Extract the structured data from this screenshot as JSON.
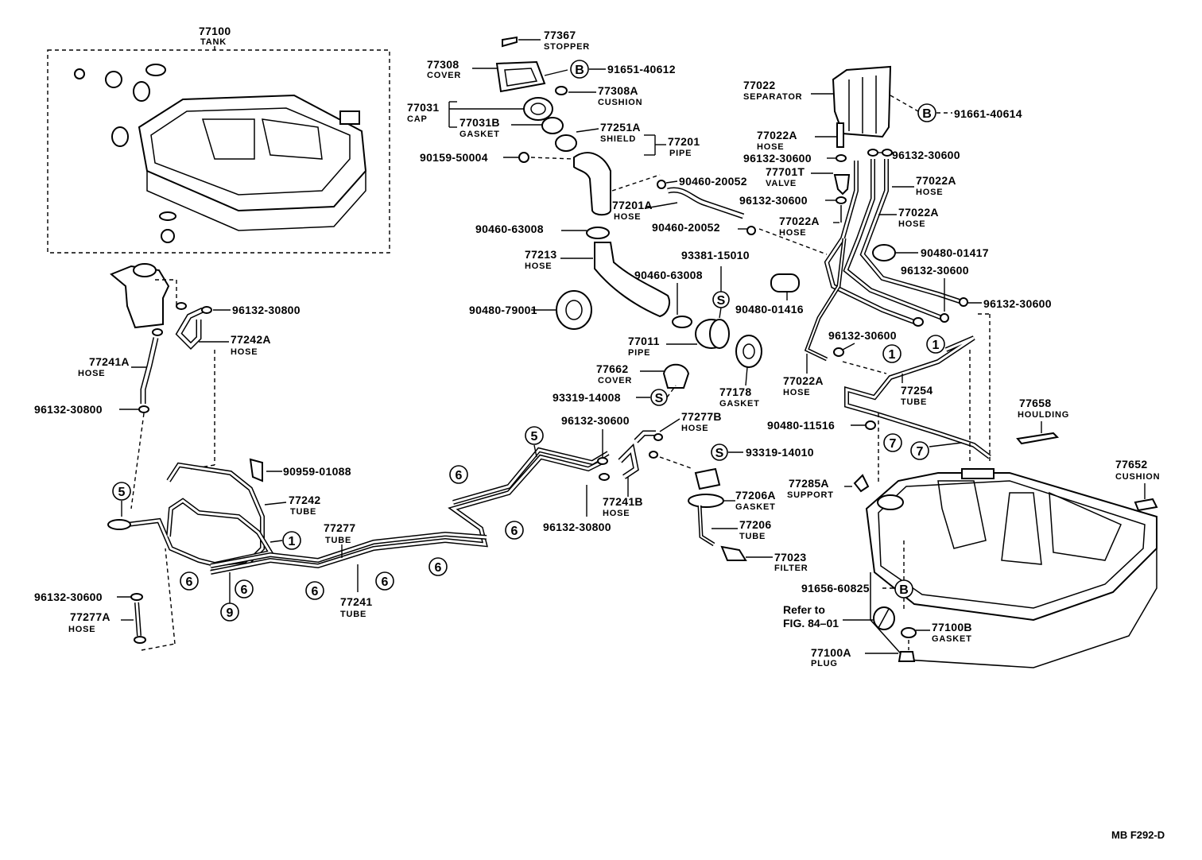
{
  "drawing_code": "MB F292-D",
  "parts": {
    "tank_77100": {
      "number": "77100",
      "name": "TANK"
    },
    "stopper_77367": {
      "number": "77367",
      "name": "STOPPER"
    },
    "cover_77308": {
      "number": "77308",
      "name": "COVER"
    },
    "bolt_91651": {
      "number": "91651-40612"
    },
    "cushion_77308a": {
      "number": "77308A",
      "name": "CUSHION"
    },
    "cap_77031": {
      "number": "77031",
      "name": "CAP"
    },
    "gasket_77031b": {
      "number": "77031B",
      "name": "GASKET"
    },
    "shield_77251a": {
      "number": "77251A",
      "name": "SHIELD"
    },
    "pipe_77201": {
      "number": "77201",
      "name": "PIPE"
    },
    "screw_90159": {
      "number": "90159-50004"
    },
    "clip_90460_20052_a": {
      "number": "90460-20052"
    },
    "hose_77201a": {
      "number": "77201A",
      "name": "HOSE"
    },
    "clip_90460_20052_b": {
      "number": "90460-20052"
    },
    "clamp_90460_63008_a": {
      "number": "90460-63008"
    },
    "hose_77213": {
      "number": "77213",
      "name": "HOSE"
    },
    "clamp_90460_63008_b": {
      "number": "90460-63008"
    },
    "screw_93381": {
      "number": "93381-15010"
    },
    "grommet_90480_01416": {
      "number": "90480-01416"
    },
    "grommet_90480_79001": {
      "number": "90480-79001"
    },
    "pipe_77011": {
      "number": "77011",
      "name": "PIPE"
    },
    "gasket_77178": {
      "number": "77178",
      "name": "GASKET"
    },
    "cover_77662": {
      "number": "77662",
      "name": "COVER"
    },
    "screw_93319_14008": {
      "number": "93319-14008"
    },
    "separator_77022": {
      "number": "77022",
      "name": "SEPARATOR"
    },
    "bolt_91661": {
      "number": "91661-40614"
    },
    "hose_77022a_1": {
      "number": "77022A",
      "name": "HOSE"
    },
    "clip_96132_30600_1": {
      "number": "96132-30600"
    },
    "clip_96132_30600_2": {
      "number": "96132-30600"
    },
    "valve_77701t": {
      "number": "77701T",
      "name": "VALVE"
    },
    "hose_77022a_2": {
      "number": "77022A",
      "name": "HOSE"
    },
    "clip_96132_30600_3": {
      "number": "96132-30600"
    },
    "hose_77022a_3": {
      "number": "77022A",
      "name": "HOSE"
    },
    "hose_77022a_4": {
      "number": "77022A",
      "name": "HOSE"
    },
    "grommet_90480_01417": {
      "number": "90480-01417"
    },
    "clip_96132_30600_4": {
      "number": "96132-30600"
    },
    "clip_96132_30600_5": {
      "number": "96132-30600"
    },
    "clip_96132_30600_6": {
      "number": "96132-30600"
    },
    "hose_77022a_5": {
      "number": "77022A",
      "name": "HOSE"
    },
    "tube_77254": {
      "number": "77254",
      "name": "TUBE"
    },
    "grommet_90480_11516": {
      "number": "90480-11516"
    },
    "houlding_77658": {
      "number": "77658",
      "name": "HOULDING"
    },
    "cushion_77652": {
      "number": "77652",
      "name": "CUSHION"
    },
    "clip_96132_30800_1": {
      "number": "96132-30800"
    },
    "hose_77242a": {
      "number": "77242A",
      "name": "HOSE"
    },
    "hose_77241a": {
      "number": "77241A",
      "name": "HOSE"
    },
    "clip_96132_30800_2": {
      "number": "96132-30800"
    },
    "clamp_90959": {
      "number": "90959-01088"
    },
    "tube_77242": {
      "number": "77242",
      "name": "TUBE"
    },
    "tube_77277": {
      "number": "77277",
      "name": "TUBE"
    },
    "tube_77241": {
      "number": "77241",
      "name": "TUBE"
    },
    "clip_96132_30600_7": {
      "number": "96132-30600"
    },
    "hose_77277a": {
      "number": "77277A",
      "name": "HOSE"
    },
    "clip_96132_30600_8": {
      "number": "96132-30600"
    },
    "hose_77277b": {
      "number": "77277B",
      "name": "HOSE"
    },
    "hose_77241b": {
      "number": "77241B",
      "name": "HOSE"
    },
    "clip_96132_30800_3": {
      "number": "96132-30800"
    },
    "screw_93319_14010": {
      "number": "93319-14010"
    },
    "gasket_77206a": {
      "number": "77206A",
      "name": "GASKET"
    },
    "tube_77206": {
      "number": "77206",
      "name": "TUBE"
    },
    "filter_77023": {
      "number": "77023",
      "name": "FILTER"
    },
    "support_77285a": {
      "number": "77285A",
      "name": "SUPPORT"
    },
    "bolt_91656": {
      "number": "91656-60825"
    },
    "gasket_77100b": {
      "number": "77100B",
      "name": "GASKET"
    },
    "plug_77100a": {
      "number": "77100A",
      "name": "PLUG"
    }
  },
  "refer_note": {
    "line1": "Refer to",
    "line2": "FIG. 84–01"
  },
  "markers": {
    "b": "B",
    "s": "S",
    "one": "1",
    "five": "5",
    "six": "6",
    "seven": "7",
    "nine": "9"
  }
}
